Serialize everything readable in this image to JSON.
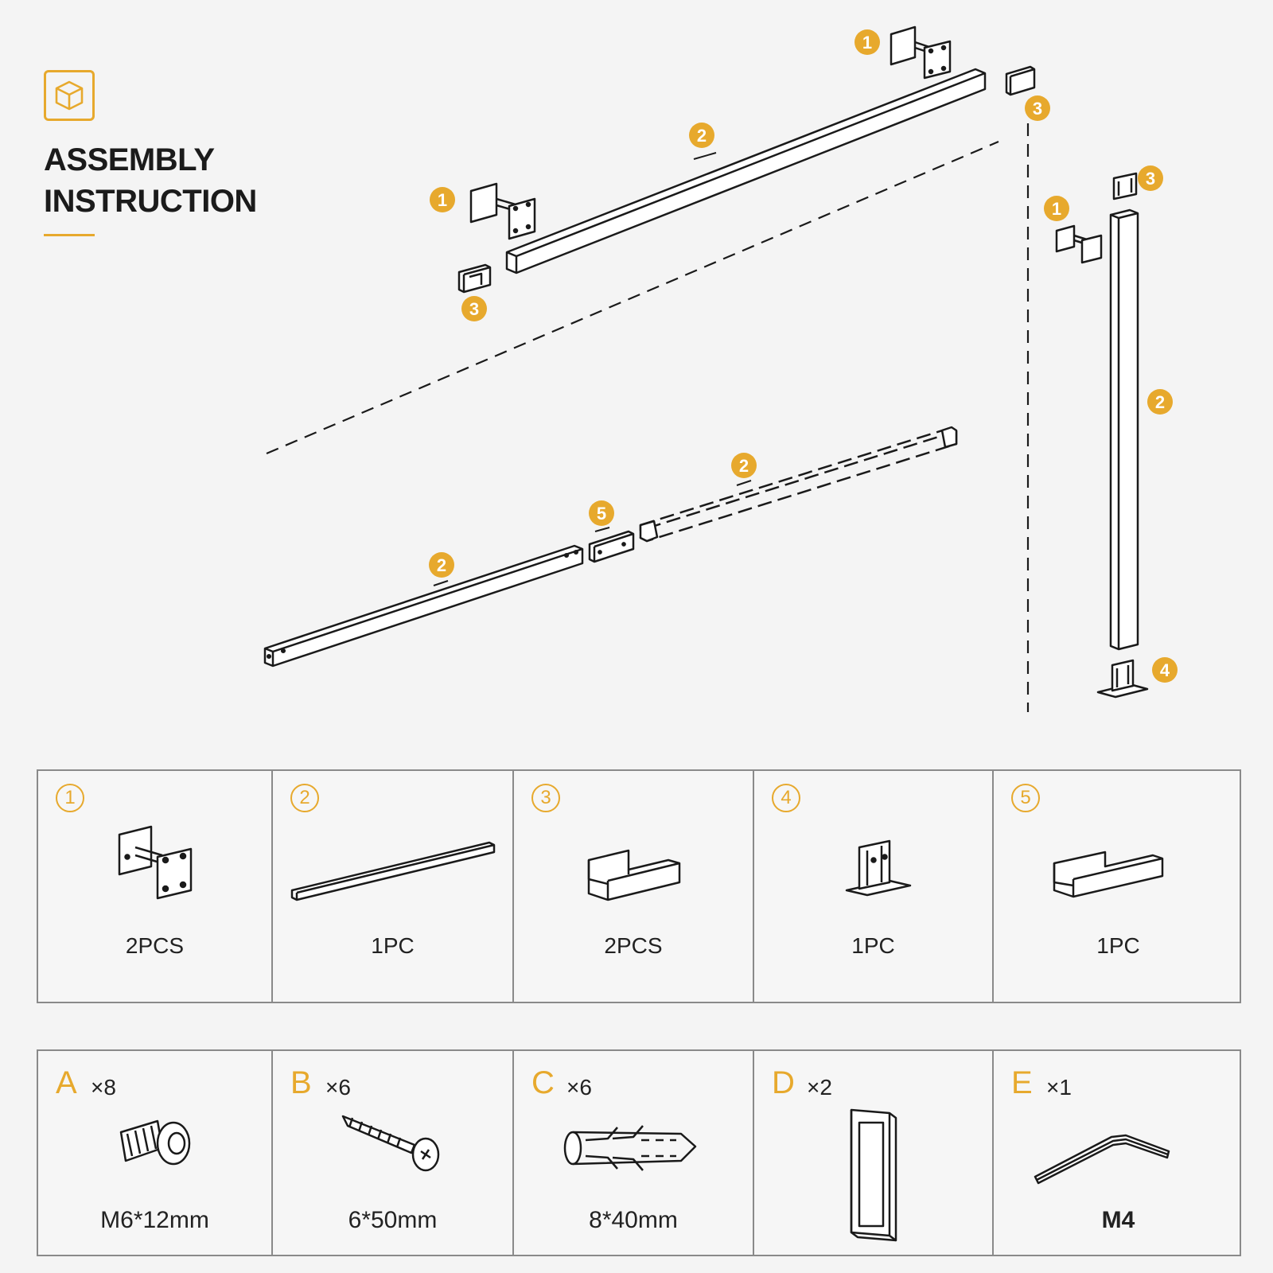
{
  "header": {
    "title_line1": "ASSEMBLY",
    "title_line2": "INSTRUCTION",
    "logo": "box-icon"
  },
  "colors": {
    "accent": "#e7a92d",
    "line": "#1a1a1a",
    "background": "#f4f4f4"
  },
  "callouts": [
    "1",
    "2",
    "3",
    "4",
    "5"
  ],
  "parts": [
    {
      "num": "1",
      "qty": "2PCS",
      "icon": "wall-bracket-icon"
    },
    {
      "num": "2",
      "qty": "1PC",
      "icon": "rail-bar-icon"
    },
    {
      "num": "3",
      "qty": "2PCS",
      "icon": "end-channel-icon"
    },
    {
      "num": "4",
      "qty": "1PC",
      "icon": "floor-mount-icon"
    },
    {
      "num": "5",
      "qty": "1PC",
      "icon": "connector-channel-icon"
    }
  ],
  "hardware": [
    {
      "letter": "A",
      "count": "×8",
      "size": "M6*12mm",
      "icon": "bolt-icon"
    },
    {
      "letter": "B",
      "count": "×6",
      "size": "6*50mm",
      "icon": "screw-icon"
    },
    {
      "letter": "C",
      "count": "×6",
      "size": "8*40mm",
      "icon": "wall-anchor-icon"
    },
    {
      "letter": "D",
      "count": "×2",
      "size": "",
      "icon": "end-cap-icon"
    },
    {
      "letter": "E",
      "count": "×1",
      "size": "M4",
      "icon": "hex-key-icon"
    }
  ]
}
